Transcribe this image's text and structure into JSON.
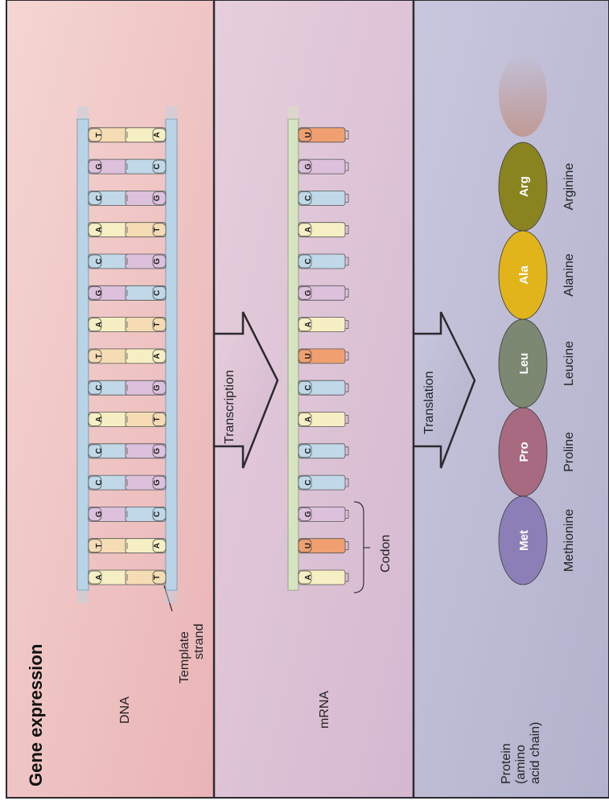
{
  "title": "Gene expression",
  "labels": {
    "dna": "DNA",
    "mrna": "mRNA",
    "protein": [
      "Protein",
      "(amino",
      "acid chain)"
    ],
    "template_strand": [
      "Template",
      "strand"
    ],
    "codon": "Codon",
    "transcription": "Transcription",
    "translation": "Translation"
  },
  "dna": {
    "coding_strand": [
      "A",
      "T",
      "G",
      "C",
      "C",
      "A",
      "C",
      "T",
      "A",
      "G",
      "C",
      "A",
      "C",
      "G",
      "T"
    ],
    "template_strand": [
      "T",
      "A",
      "C",
      "G",
      "G",
      "T",
      "G",
      "A",
      "T",
      "C",
      "G",
      "T",
      "G",
      "C",
      "A"
    ]
  },
  "mrna": {
    "bases": [
      "A",
      "U",
      "G",
      "C",
      "C",
      "A",
      "C",
      "U",
      "A",
      "G",
      "C",
      "A",
      "C",
      "G",
      "U"
    ]
  },
  "protein": {
    "amino_acids": [
      {
        "abbr": "Met",
        "name": "Methionine",
        "color": "#8c7fb8"
      },
      {
        "abbr": "Pro",
        "name": "Proline",
        "color": "#a86a80"
      },
      {
        "abbr": "Leu",
        "name": "Leucine",
        "color": "#7c8872"
      },
      {
        "abbr": "Ala",
        "name": "Alanine",
        "color": "#e0b41a"
      },
      {
        "abbr": "Arg",
        "name": "Arginine",
        "color": "#8a8420"
      }
    ]
  },
  "colors": {
    "A": "#f7efc4",
    "T": "#f6dcb4",
    "G": "#dcc0dc",
    "C": "#c0d8e8",
    "U": "#f0a070",
    "backbone_dna": "#b8d4e6",
    "backbone_mrna": "#d6e4c2",
    "panel_dna": "#f0c8c8",
    "panel_mrna": "#dfc6d8",
    "panel_protein": "#c2c0d8"
  }
}
